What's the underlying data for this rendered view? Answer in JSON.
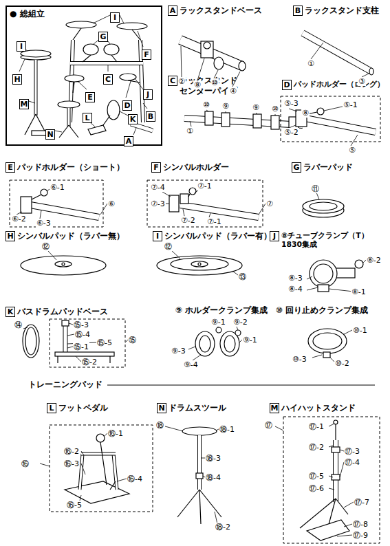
{
  "diagram": {
    "nodes": [
      {
        "text": [
          "● 総組立"
        ]
      },
      {
        "text": [
          "I"
        ],
        "in": 0
      },
      {
        "text": [
          "G"
        ],
        "in": 0
      },
      {
        "text": [
          "I"
        ],
        "in": 0
      },
      {
        "text": [
          "F"
        ],
        "in": 0
      },
      {
        "text": [
          "H"
        ],
        "in": 0
      },
      {
        "text": [
          "C"
        ],
        "in": 0
      },
      {
        "text": [
          "J"
        ],
        "in": 0
      },
      {
        "text": [
          "E"
        ],
        "in": 0
      },
      {
        "text": [
          "M"
        ],
        "in": 0
      },
      {
        "text": [
          "D"
        ],
        "in": 0
      },
      {
        "text": [
          "B"
        ],
        "in": 0
      },
      {
        "text": [
          "L"
        ],
        "in": 0
      },
      {
        "text": [
          "K"
        ],
        "in": 0
      },
      {
        "text": [
          "N"
        ],
        "in": 0
      },
      {
        "text": [
          "A"
        ],
        "in": 0
      },
      {
        "text": [
          "A",
          "ラックスタンドベース"
        ]
      },
      {
        "text": [
          "B",
          "ラックスタンド支柱"
        ]
      },
      {
        "text": [
          "C",
          "ラックスタンド センターパイプ"
        ]
      },
      {
        "text": [
          "D",
          "パッドホルダー（ロング）"
        ]
      },
      {
        "text": [
          "E",
          "パッドホルダー（ショート）"
        ]
      },
      {
        "text": [
          "F",
          "シンバルホルダー"
        ]
      },
      {
        "text": [
          "G",
          "ラバーパッド"
        ]
      },
      {
        "text": [
          "H",
          "シンバルパッド（ラバー無）"
        ]
      },
      {
        "text": [
          "I",
          "シンバルパッド（ラバー有）"
        ]
      },
      {
        "text": [
          "J",
          "⑧チューブクランプ（T）1830集成"
        ]
      },
      {
        "text": [
          "K",
          "バスドラムパッドベース"
        ]
      },
      {
        "text": [
          "L",
          "フットペダル"
        ]
      },
      {
        "text": [
          "N",
          "ドラムスツール"
        ]
      },
      {
        "text": [
          "M",
          "ハイハットスタンド"
        ]
      }
    ],
    "labels": [
      "②",
      "⑧",
      "⑩",
      "④",
      "①",
      "③",
      "⑩",
      "⑨",
      "⑨",
      "⑩",
      "⑧",
      "①",
      "⑤-3",
      "⑤-1",
      "⑤-2",
      "⑤",
      "⑥-1",
      "⑥-2",
      "⑥-3",
      "⑥",
      "⑦-4",
      "⑦-1",
      "⑦-3",
      "⑦-2",
      "⑦-1",
      "⑦",
      "⑪",
      "⑫",
      "⑫",
      "⑬",
      "⑧-2",
      "⑧-3",
      "⑧-4",
      "⑧-1",
      "⑭",
      "⑮-3",
      "⑮-4",
      "⑮-5",
      "⑮-1",
      "⑮-2",
      "⑮",
      "⑨ ホルダークランプ集成",
      "⑨-1",
      "⑨-2",
      "⑨-1",
      "⑨-3",
      "⑨-4",
      "⑩ 回り止めクランプ集成",
      "⑩-1",
      "⑩-3",
      "⑩-2",
      "トレーニングパッド",
      "⑯-1",
      "⑯-2",
      "⑯-3",
      "⑯-4",
      "⑯-5",
      "⑯",
      "⑱",
      "⑱-1",
      "⑱-3",
      "⑱-4",
      "⑱-2",
      "⑰",
      "⑰-1",
      "⑰-2",
      "⑰-3",
      "⑰-4",
      "⑰-5",
      "⑰-6",
      "⑰-7",
      "⑰-8",
      "⑰-9"
    ]
  }
}
